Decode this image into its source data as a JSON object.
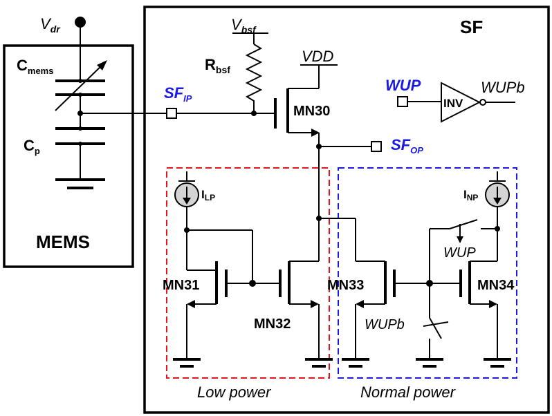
{
  "colors": {
    "low_power": "#e8141b",
    "normal_power": "#1a1ae6",
    "pin_label": "#1a1ae6",
    "current_source_fill": "#d4d4d4"
  },
  "labels": {
    "vdr": {
      "main": "V",
      "sub": "dr"
    },
    "vbsf": {
      "main": "V",
      "sub": "bsf"
    },
    "vdd": "VDD",
    "rbsf": {
      "main": "R",
      "sub": "bsf"
    },
    "cmems": {
      "main": "C",
      "sub": "mems"
    },
    "cp": {
      "main": "C",
      "sub": "p"
    },
    "mems_block": "MEMS",
    "sf_block": "SF",
    "sf_ip": {
      "main": "SF",
      "sub": "IP"
    },
    "sf_op": {
      "main": "SF",
      "sub": "OP"
    },
    "wup_in": "WUP",
    "inv": "INV",
    "wupb_out": "WUPb",
    "ilp": {
      "main": "I",
      "sub": "LP"
    },
    "inp": {
      "main": "I",
      "sub": "NP"
    },
    "mn30": "MN30",
    "mn31": "MN31",
    "mn32": "MN32",
    "mn33": "MN33",
    "mn34": "MN34",
    "wup_switch": "WUP",
    "wupb_switch": "WUPb",
    "low_power": "Low power",
    "normal_power": "Normal power"
  }
}
